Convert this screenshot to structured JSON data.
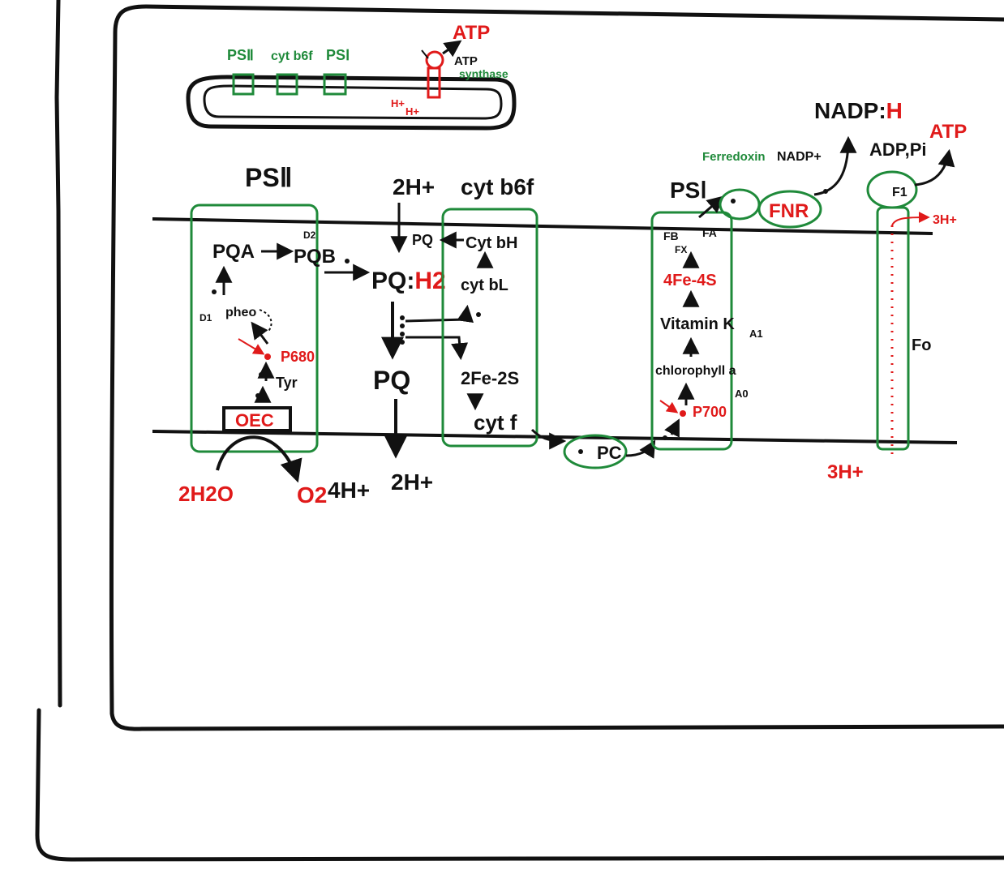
{
  "colors": {
    "ink": "#111111",
    "red": "#e01a1a",
    "green": "#1f8a3a"
  },
  "inset": {
    "psii": "PSⅡ",
    "cyt": "cyt b6f",
    "psi": "PSⅠ",
    "atp": "ATP",
    "atp_synthase_1": "ATP",
    "atp_synthase_2": "synthase",
    "h1": "H+",
    "h2": "H+"
  },
  "psii": {
    "title": "PSⅡ",
    "pqa": "PQA",
    "pqb": "PQB",
    "d2": "D2",
    "d1": "D1",
    "pheo": "pheo",
    "p680": "P680",
    "tyr": "Tyr",
    "oec": "OEC",
    "water": "2H2O",
    "o2": "O2",
    "h4": "4H+"
  },
  "pq": {
    "h_top": "2H+",
    "pqh2_pq": "PQ:",
    "pqh2_h2": "H2",
    "pq": "PQ",
    "h_bottom": "2H+"
  },
  "cyt": {
    "title": "cyt b6f",
    "pq_small": "PQ",
    "cytbh": "Cyt bH",
    "cytbl": "cyt bL",
    "fes": "2Fe-2S",
    "cytf": "cyt f"
  },
  "pc": "PC",
  "psi": {
    "title": "PSⅠ",
    "fb": "FB",
    "fa": "FA",
    "fx": "FX",
    "fe4s": "4Fe-4S",
    "vitk": "Vitamin K",
    "a1": "A1",
    "chl": "chlorophyll a",
    "a0": "A0",
    "p700": "P700"
  },
  "ferredoxin": "Ferredoxin",
  "nadp": "NADP+",
  "fnr": "FNR",
  "nadph_1": "NADP:",
  "nadph_2": "H",
  "adp": "ADP,Pi",
  "atp": "ATP",
  "f1": "F1",
  "fo": "Fo",
  "h3_top": "3H+",
  "h3_bottom": "3H+"
}
